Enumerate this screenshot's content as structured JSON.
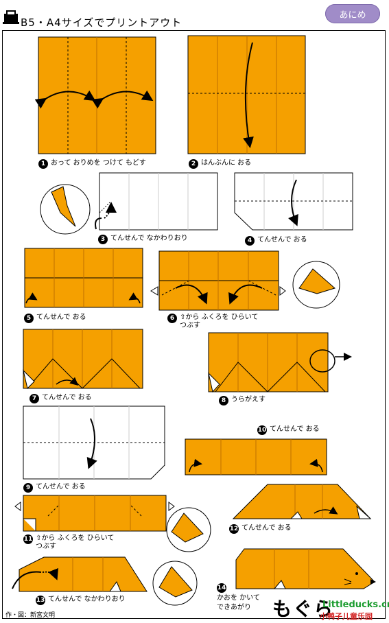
{
  "header": {
    "title": "B5・A4サイズでプリントアウト",
    "brand": "あにめ"
  },
  "steps": [
    {
      "n": "1",
      "text": "おって おりめを つけて もどす"
    },
    {
      "n": "2",
      "text": "はんぶんに おる"
    },
    {
      "n": "3",
      "text": "てんせんで なかわりおり"
    },
    {
      "n": "4",
      "text": "てんせんで おる"
    },
    {
      "n": "5",
      "text": "てんせんで おる"
    },
    {
      "n": "6",
      "text": "⇧から ふくろを ひらいて",
      "text2": "つぶす"
    },
    {
      "n": "7",
      "text": "てんせんで おる"
    },
    {
      "n": "8",
      "text": "うらがえす"
    },
    {
      "n": "9",
      "text": "てんせんで おる"
    },
    {
      "n": "10",
      "text": "てんせんで おる"
    },
    {
      "n": "11",
      "text": "⇧から ふくろを ひらいて",
      "text2": "つぶす"
    },
    {
      "n": "12",
      "text": "てんせんで おる"
    },
    {
      "n": "13",
      "text": "てんせんで なかわりおり"
    },
    {
      "n": "14",
      "text": "かおを かいて",
      "text2": "できあがり"
    }
  ],
  "footer": {
    "credit": "作・図：新宮文明",
    "title": "もぐら",
    "watermark1": "Littleducks.cn",
    "watermark2": "小鸭子儿童乐园"
  },
  "colors": {
    "paper": "#f5a000",
    "paper_edge": "#d88800",
    "frame": "#000000",
    "brand": "#a08cc8"
  }
}
